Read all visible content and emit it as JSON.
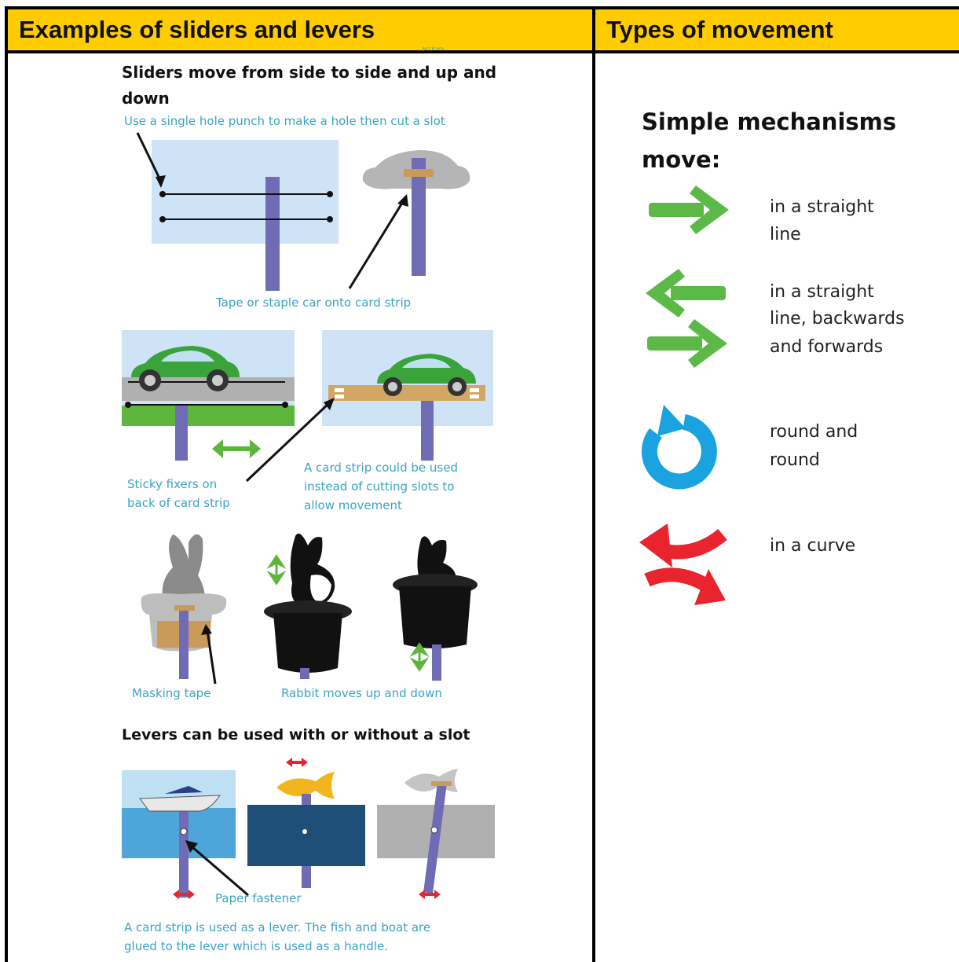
{
  "header": {
    "left_title": "Examples of sliders and levers",
    "right_title": "Types of movement"
  },
  "left": {
    "cutoff_text": "pivot",
    "sliders_heading_line1": "Sliders move from side to side and up and",
    "sliders_heading_line2": "down",
    "hole_punch_caption": "Use a single hole punch to make a hole then cut a slot",
    "tape_caption": "Tape or staple car onto card strip",
    "sticky_caption_line1": "Sticky fixers on",
    "sticky_caption_line2": "back of card strip",
    "card_strip_caption_line1": "A card strip could be used",
    "card_strip_caption_line2": "instead of cutting slots to",
    "card_strip_caption_line3": "allow movement",
    "masking_caption": "Masking tape",
    "rabbit_caption": "Rabbit moves up and down",
    "levers_heading": "Levers can be used with or without a slot",
    "paper_fastener_caption": "Paper fastener",
    "lever_caption_line1": "A card strip is used as a lever. The fish and boat are",
    "lever_caption_line2": "glued to the lever which is used as a handle."
  },
  "right": {
    "title_line1": "Simple mechanisms",
    "title_line2": "move:",
    "movements": [
      {
        "icon": "green-arrow-right-icon",
        "line1": "in a straight",
        "line2": "line",
        "line3": "",
        "color": "#5cb947"
      },
      {
        "icon": "green-double-arrow-icon",
        "line1": "in a straight",
        "line2": "line, backwards",
        "line3": "and forwards",
        "color": "#5cb947"
      },
      {
        "icon": "blue-rotation-icon",
        "line1": "round and",
        "line2": "round",
        "line3": "",
        "color": "#1aa3e0"
      },
      {
        "icon": "red-curve-arrows-icon",
        "line1": "in a curve",
        "line2": "",
        "line3": "",
        "color": "#e8242e"
      }
    ]
  },
  "colors": {
    "header_bg": "#ffcc00",
    "caption": "#3ba4c4",
    "strip": "#6f6bb5",
    "sky": "#cfe3f7",
    "card": "#d2a766",
    "grass": "#5db53b"
  }
}
